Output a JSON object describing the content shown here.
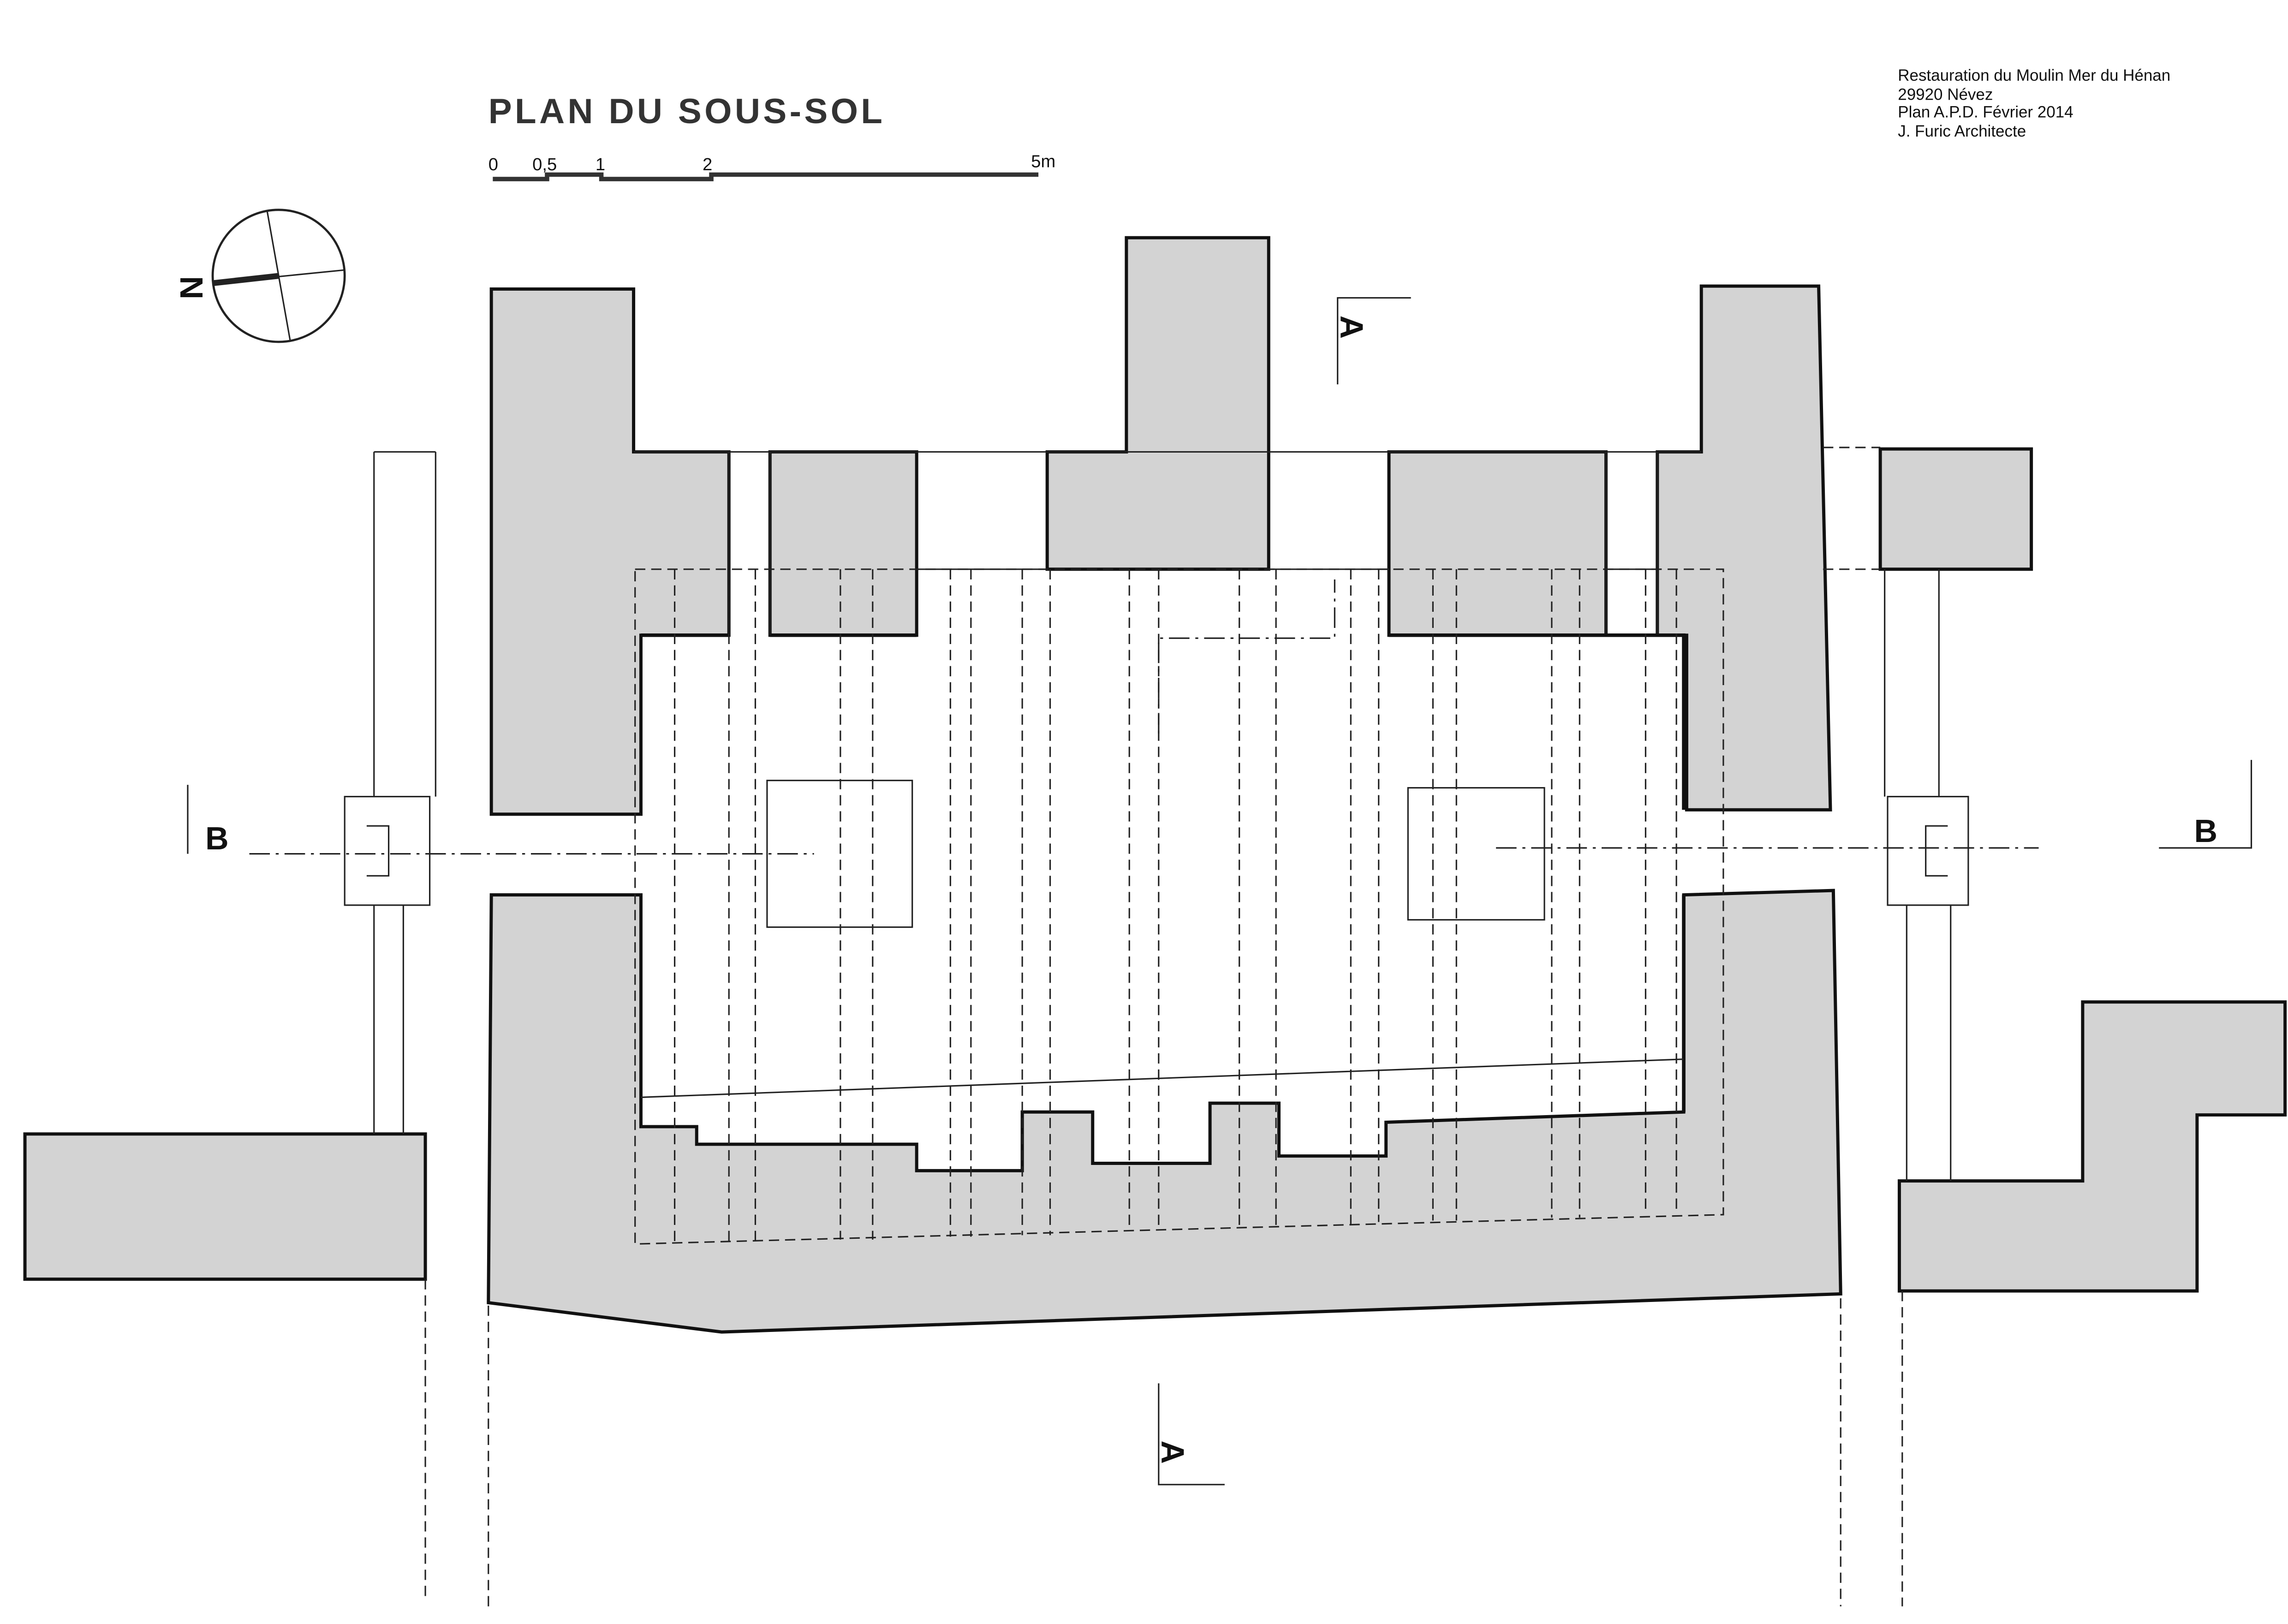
{
  "title": "PLAN DU SOUS-SOL",
  "scale_bar": {
    "ticks": [
      "0",
      "0,5",
      "1",
      "2",
      "5m"
    ]
  },
  "title_block": [
    "Restauration du Moulin Mer du Hénan",
    "29920 Névez",
    "Plan A.P.D. Février 2014",
    "J. Furic Architecte"
  ],
  "compass": {
    "label": "N"
  },
  "sections": {
    "a": "A",
    "b": "B"
  },
  "colors": {
    "wall_fill": "#d3d3d3",
    "line": "#111111"
  }
}
